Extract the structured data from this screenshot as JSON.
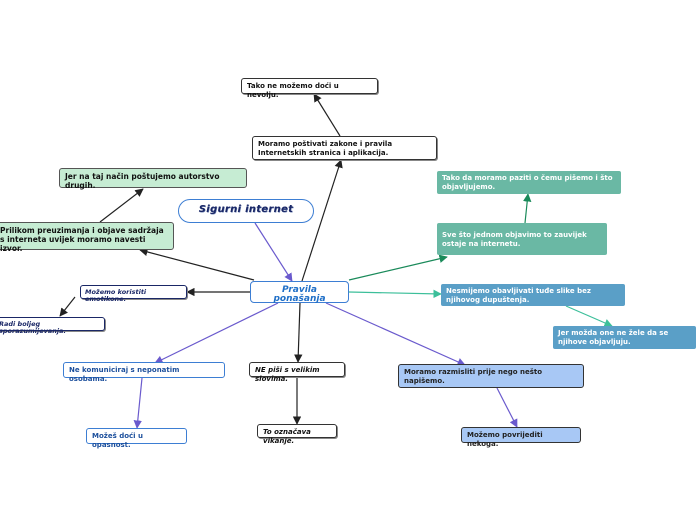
{
  "title": "Sigurni internet",
  "center": "Pravila ponašanja",
  "nodes": {
    "top1": "Moramo poštivati zakone i pravila Internetskih stranica i aplikacija.",
    "top2": "Tako ne možemo doći u nevolju.",
    "left1": "Prilikom preuzimanja i objave sadržaja s interneta uvijek moramo navesti izvor.",
    "left2": "Jer na taj način poštujemo autorstvo drugih.",
    "left3": "Možemo koristiti emotikone.",
    "left4": "Radi boljeg sporazumijevanja.",
    "bl1": "Ne komuniciraj s neponatim osobama.",
    "bl2": "Možeš doći u opasnost.",
    "bm1": "NE piši s velikim slovima.",
    "bm2": "To označava vikanje.",
    "br1": "Moramo razmisliti prije nego nešto napišemo.",
    "br2": "Možemo povrijediti nekoga.",
    "r1": "Sve što jednom objavimo to zauvijek ostaje na internetu.",
    "r2": "Tako da moramo paziti o čemu pišemo i što objavljujemo.",
    "r3": "Nesmijemo obavljivati tuđe slike bez njihovog dupuštenja.",
    "r4": "Jer možda one ne žele da se njihove objavljuju."
  },
  "colors": {
    "edge_dark": "#222222",
    "edge_purple": "#6a5acd",
    "edge_green": "#1a8a5a",
    "edge_teal": "#3cbf9a"
  }
}
